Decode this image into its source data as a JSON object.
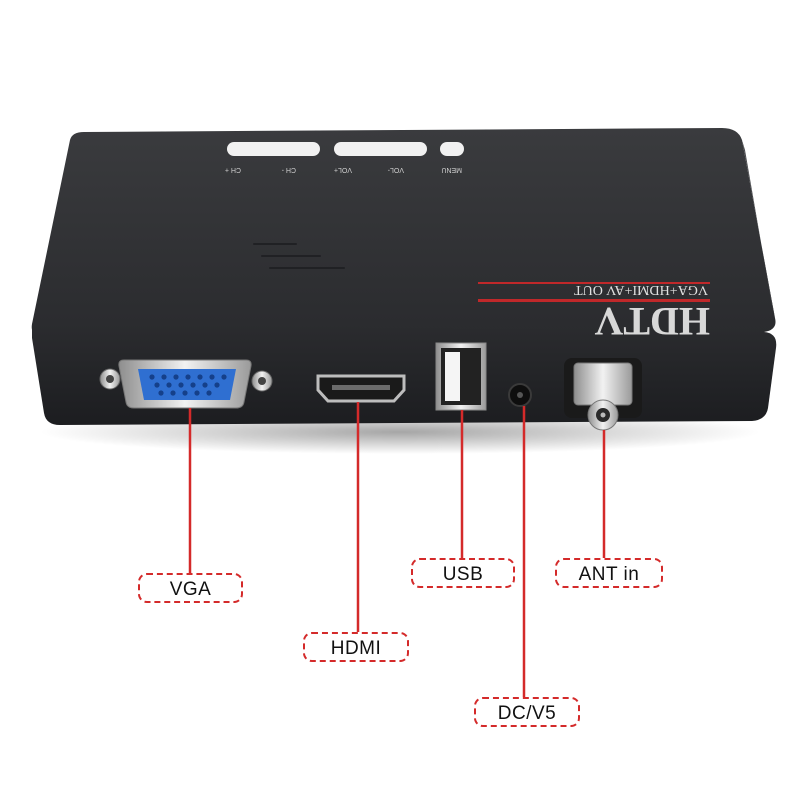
{
  "device": {
    "brand_text": "HDTV",
    "model_text": "VGA+HDMI+AV OUT",
    "buttons": [
      "CH +",
      "CH -",
      "VOL+",
      "VOL-",
      "MENU"
    ]
  },
  "callouts": {
    "vga": "VGA",
    "hdmi": "HDMI",
    "usb": "USB",
    "dc": "DC/V5",
    "ant": "ANT in"
  },
  "colors": {
    "accent": "#d42a2a",
    "device_body": "#2f3033",
    "vga_port": "#2f6fd1"
  }
}
